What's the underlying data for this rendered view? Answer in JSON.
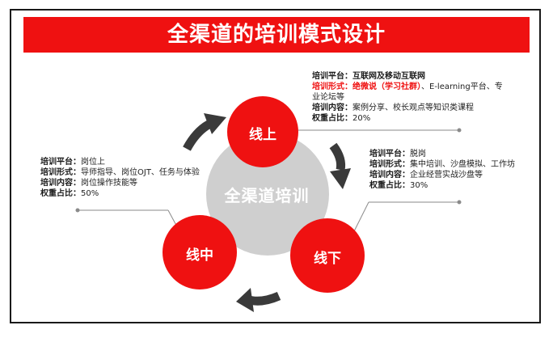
{
  "title": "全渠道的培训模式设计",
  "center": {
    "label": "全渠道培训"
  },
  "nodes": {
    "online": {
      "label": "线上"
    },
    "offline": {
      "label": "线下"
    },
    "mid": {
      "label": "线中"
    }
  },
  "colors": {
    "accent": "#ef1111",
    "center_circle": "#cfcfcf",
    "arrow": "#3a3a3a",
    "connector": "#8a8a8a"
  },
  "info": {
    "online": {
      "platform_key": "培训平台：",
      "platform_val": "互联网及移动互联网",
      "format_key": "培训形式：",
      "format_val_red": "绝微说（学习社群）",
      "format_val": "、E-learning平台、专",
      "format_val2": "业论坛等",
      "content_key": "培训内容：",
      "content_val": "案例分享、校长观点等知识类课程",
      "weight_key": "权重占比：",
      "weight_val": "20%"
    },
    "offline": {
      "platform_key": "培训平台：",
      "platform_val": "脱岗",
      "format_key": "培训形式：",
      "format_val": "集中培训、沙盘模拟、工作坊",
      "content_key": "培训内容：",
      "content_val": "企业经营实战沙盘等",
      "weight_key": "权重占比：",
      "weight_val": "30%"
    },
    "mid": {
      "platform_key": "培训平台：",
      "platform_val": "岗位上",
      "format_key": "培训形式：",
      "format_val": "导师指导、岗位OJT、任务与体验",
      "content_key": "培训内容：",
      "content_val": "岗位操作技能等",
      "weight_key": "权重占比：",
      "weight_val": "50%"
    }
  }
}
